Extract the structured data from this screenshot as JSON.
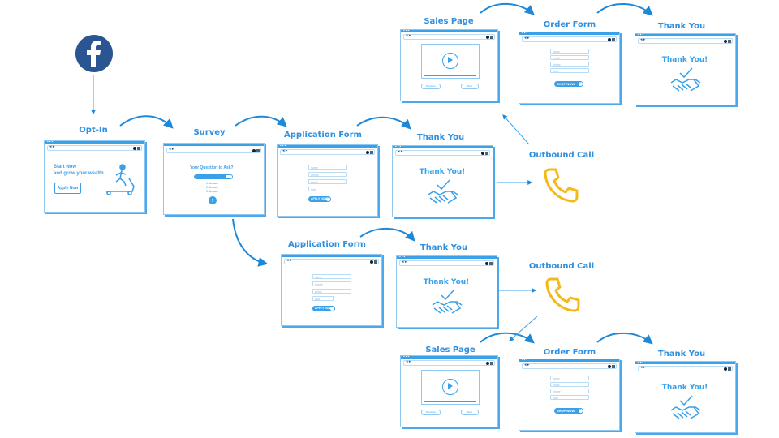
{
  "titles": {
    "opt_in": "Opt-In",
    "survey": "Survey",
    "app_form_1": "Application Form",
    "thank_you_1": "Thank You",
    "sales_page_1": "Sales Page",
    "order_form_1": "Order Form",
    "thank_you_top": "Thank You",
    "outbound_call_1": "Outbound Call",
    "app_form_2": "Application Form",
    "thank_you_2": "Thank You",
    "outbound_call_2": "Outbound Call",
    "sales_page_2": "Sales Page",
    "order_form_2": "Order Form",
    "thank_you_bottom": "Thank You"
  },
  "optin_page": {
    "headline_line1": "Start Now",
    "headline_line2": "and grow your wealth",
    "button": "Apply Now"
  },
  "survey_page": {
    "question": "Your Question to Ask?",
    "answers": [
      "1. Answer",
      "2. Answer",
      "3. Answer"
    ]
  },
  "form_fields": [
    "name",
    "phone",
    "email",
    "pick"
  ],
  "form_button": "APPLY NOW",
  "order_fields": [
    "name",
    "email",
    "phone",
    "card"
  ],
  "order_button": "SHOP NOW",
  "sales_buttons": {
    "prev": "Previous",
    "next": "Next"
  },
  "thank_you_text": "Thank You!",
  "colors": {
    "brand_blue": "#3aa0e8",
    "phone_orange": "#f5b819",
    "facebook": "#2b5592"
  }
}
